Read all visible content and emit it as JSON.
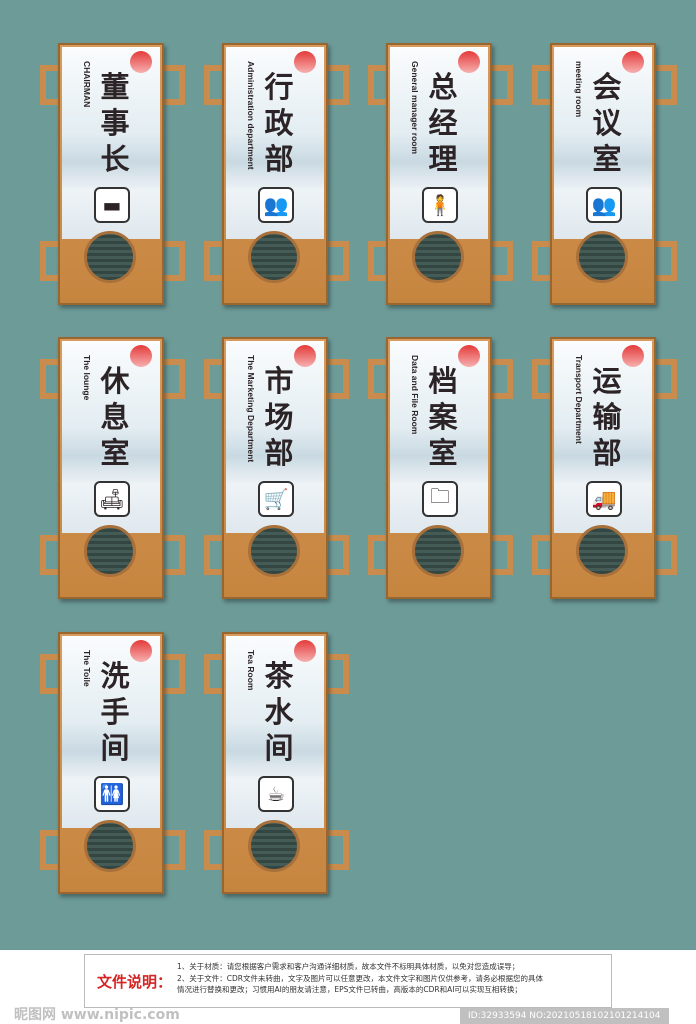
{
  "signs": [
    {
      "cn": "董事长",
      "en": "CHAIRMAN",
      "icon": "desk-person-icon",
      "glyph": "▬"
    },
    {
      "cn": "行政部",
      "en": "Administration department",
      "icon": "meeting-people-icon",
      "glyph": "👥"
    },
    {
      "cn": "总经理",
      "en": "General manager room",
      "icon": "manager-desk-icon",
      "glyph": "🧍"
    },
    {
      "cn": "会议室",
      "en": "meeting room",
      "icon": "conference-icon",
      "glyph": "👥"
    },
    {
      "cn": "休息室",
      "en": "The lounge",
      "icon": "rest-sofa-icon",
      "glyph": "🛋"
    },
    {
      "cn": "市场部",
      "en": "The Marketing Department",
      "icon": "shopping-cart-icon",
      "glyph": "🛒"
    },
    {
      "cn": "档案室",
      "en": "Data and File Room",
      "icon": "folder-icon",
      "glyph": "🗀"
    },
    {
      "cn": "运输部",
      "en": "Transport Department",
      "icon": "truck-icon",
      "glyph": "🚚"
    },
    {
      "cn": "洗手间",
      "en": "The Toile",
      "icon": "restroom-icon",
      "glyph": "🚻"
    },
    {
      "cn": "茶水间",
      "en": "Tea Room",
      "icon": "coffee-cup-icon",
      "glyph": "☕"
    }
  ],
  "note": {
    "title": "文件说明：",
    "lines": [
      "1、关于材质：请您根据客户需求和客户沟通详细材质，故本文件不标明具体材质，以免对您造成误导；",
      "2、关于文件：CDR文件未转曲，文字及图片可以任意更改，本文件文字和图片仅供参考，请务必根据您的具体",
      "情况进行替换和更改；习惯用AI的朋友请注意，EPS文件已转曲，高版本的CDR和AI可以实现互相转换；"
    ],
    "watermark": "昵图网 www.nipic.com",
    "id": "ID:32933594 NO:20210518102101214104"
  }
}
